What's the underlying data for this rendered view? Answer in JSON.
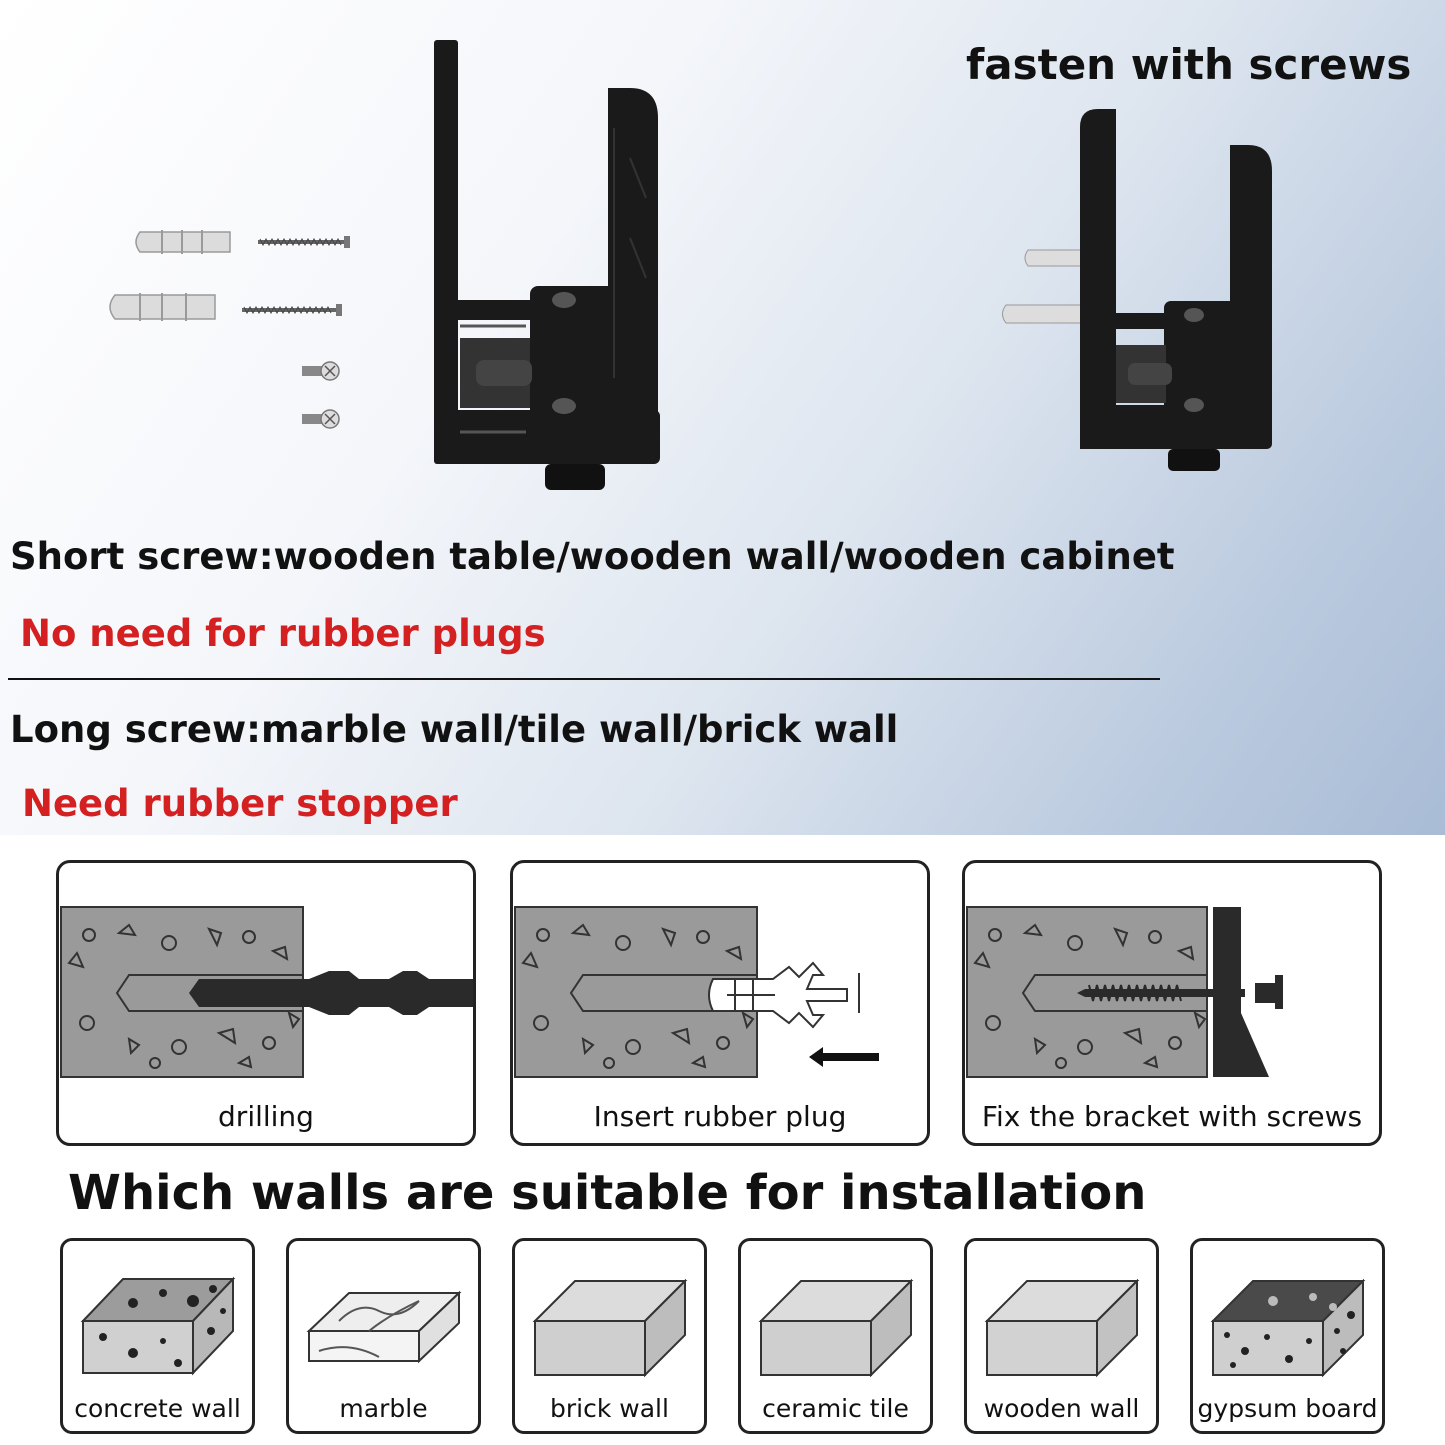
{
  "header": {
    "fasten": "fasten with screws",
    "short_screw": "Short screw:wooden table/wooden wall/wooden cabinet",
    "short_note": "No need for rubber plugs",
    "long_screw": "Long screw:marble wall/tile wall/brick wall",
    "long_note": "Need rubber stopper"
  },
  "colors": {
    "accent_red": "#d42020",
    "bracket": "#1a1a1a",
    "concrete": "#9a9a9a"
  },
  "steps": [
    {
      "label": "drilling",
      "icon": "drill-bit-icon"
    },
    {
      "label": "Insert rubber plug",
      "icon": "rubber-plug-icon"
    },
    {
      "label": "Fix the bracket with screws",
      "icon": "screw-bracket-icon"
    }
  ],
  "walls": {
    "title": "Which walls are suitable for installation",
    "items": [
      {
        "label": "concrete wall",
        "icon": "concrete-block-icon"
      },
      {
        "label": "marble",
        "icon": "marble-block-icon"
      },
      {
        "label": "brick wall",
        "icon": "brick-block-icon"
      },
      {
        "label": "ceramic tile",
        "icon": "tile-block-icon"
      },
      {
        "label": "wooden wall",
        "icon": "wood-block-icon"
      },
      {
        "label": "gypsum board",
        "icon": "gypsum-block-icon"
      }
    ]
  }
}
